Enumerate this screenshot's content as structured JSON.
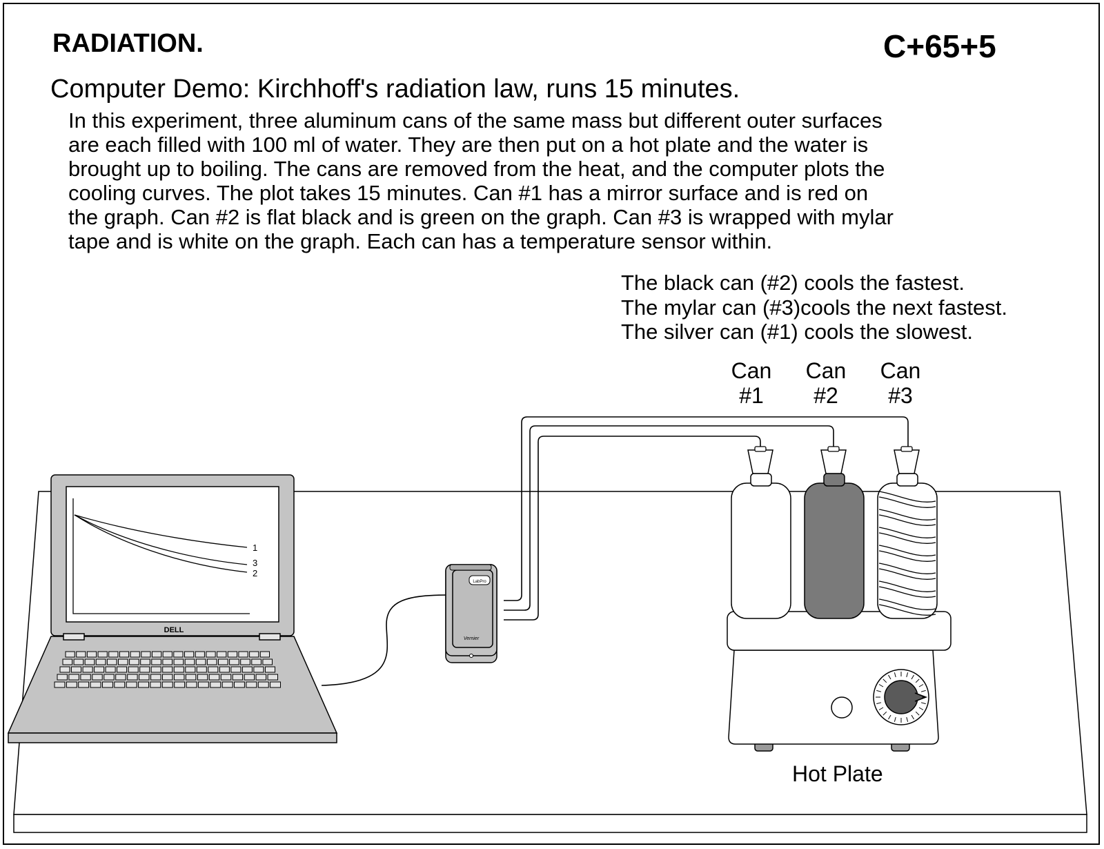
{
  "header": {
    "title": "RADIATION.",
    "code": "C+65+5"
  },
  "subtitle": "Computer Demo: Kirchhoff's radiation law, runs 15 minutes.",
  "description_lines": [
    "In this experiment, three aluminum cans of the same mass but different outer surfaces",
    "are each filled with 100 ml of water.  They are then put on a hot plate and the water is",
    "brought up to boiling.  The cans are removed from the heat, and the computer plots the",
    "cooling curves.  The plot takes 15 minutes.  Can #1 has a mirror surface and is red on",
    "the graph.  Can #2 is flat black and is green on the graph.  Can #3 is wrapped with mylar",
    "tape and is white on the graph.  Each can has a temperature sensor within."
  ],
  "results": [
    "The black can (#2) cools the fastest.",
    "The mylar can (#3)cools the next fastest.",
    "The silver can (#1) cools the slowest."
  ],
  "cans": [
    {
      "line1": "Can",
      "line2": "#1",
      "surface": "mirror"
    },
    {
      "line1": "Can",
      "line2": "#2",
      "surface": "flat black"
    },
    {
      "line1": "Can",
      "line2": "#3",
      "surface": "mylar"
    }
  ],
  "laptop": {
    "brand": "DELL",
    "curve_labels": [
      "1",
      "3",
      "2"
    ]
  },
  "interface": {
    "label": "LabPro",
    "logo": "Vernier"
  },
  "hot_plate_label": "Hot Plate",
  "colors": {
    "line": "#000000",
    "device_gray": "#c4c4c4",
    "black_can": "#7a7a7a",
    "dark_knob": "#5a5a5a"
  }
}
